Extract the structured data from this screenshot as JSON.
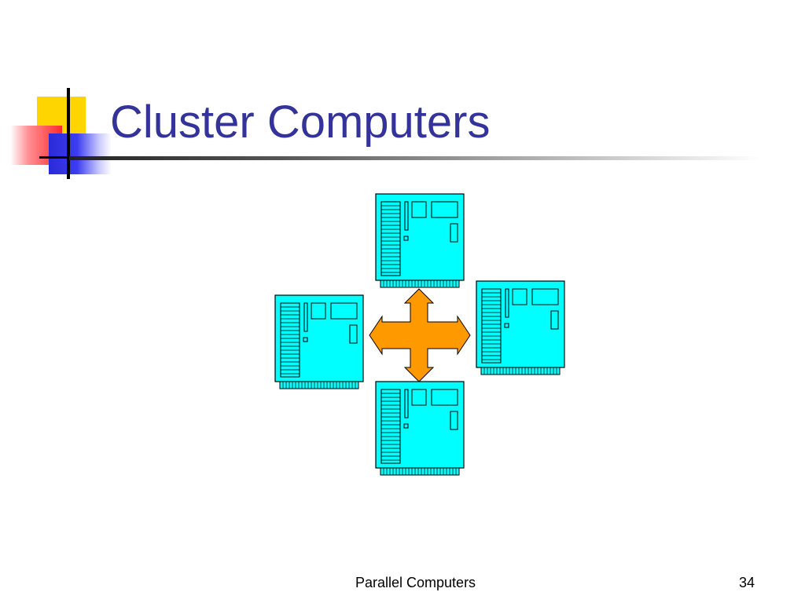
{
  "slide": {
    "title": "Cluster Computers",
    "footer": "Parallel Computers",
    "page_number": "34"
  },
  "diagram": {
    "node_icon": "computer-tower-icon",
    "connector_icon": "four-way-arrow-icon",
    "node_color": "#00ffff",
    "connector_color": "#ff9900",
    "nodes": [
      "top",
      "left",
      "right",
      "bottom"
    ]
  }
}
